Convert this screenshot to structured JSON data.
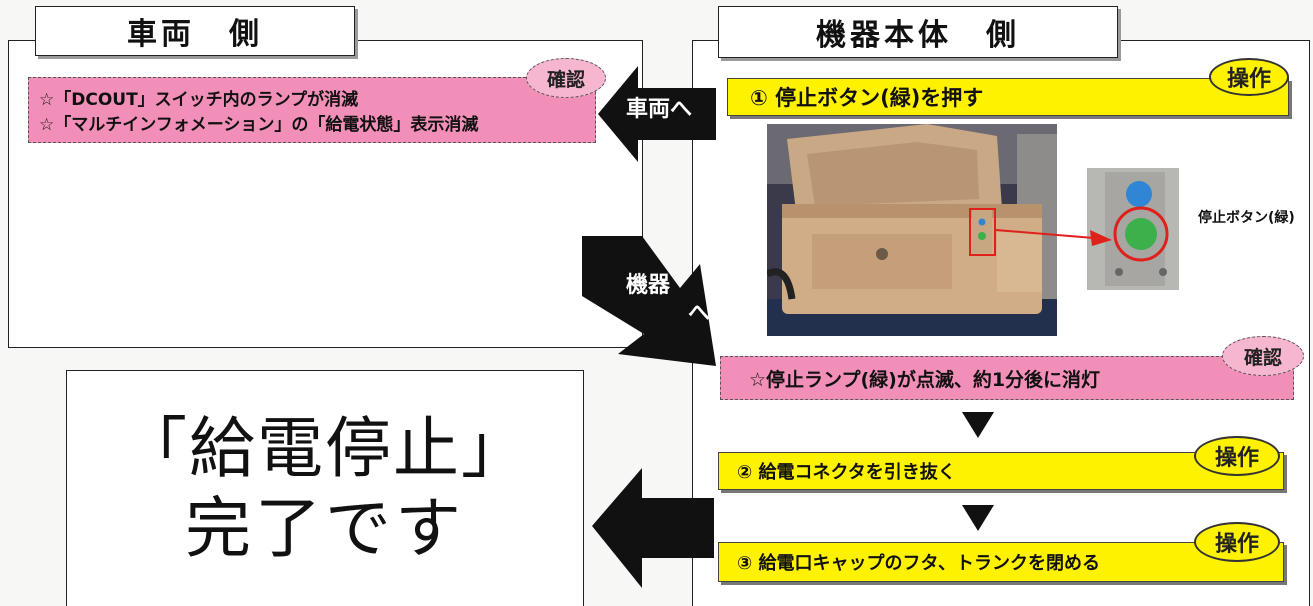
{
  "vehicle_side": {
    "header": "車両　側",
    "check_badge": "確認",
    "check_lines": [
      "☆「DCOUT」スイッチ内のランプが消滅",
      "☆「マルチインフォメーション」の「給電状態」表示消滅"
    ]
  },
  "device_side": {
    "header": "機器本体　側",
    "step1": "① 停止ボタン(緑)を押す",
    "step1_badge": "操作",
    "photo_label": "停止ボタン(緑)",
    "check2": "☆停止ランプ(緑)が点滅、約1分後に消灯",
    "check2_badge": "確認",
    "step2": "② 給電コネクタを引き抜く",
    "step2_badge": "操作",
    "step3": "③ 給電口キャップのフタ、トランクを閉める",
    "step3_badge": "操作"
  },
  "arrows": {
    "to_vehicle": "車両へ",
    "to_device_line1": "機器",
    "to_device_line2": "へ"
  },
  "completion": {
    "line1": "「給電停止」",
    "line2": "完了です"
  },
  "colors": {
    "pink": "#f28fb8",
    "yellow": "#fff200",
    "arrow": "#111111",
    "stop_button": "#3cb04a",
    "blue_button": "#2e86d4",
    "highlight_red": "#e0201b"
  }
}
